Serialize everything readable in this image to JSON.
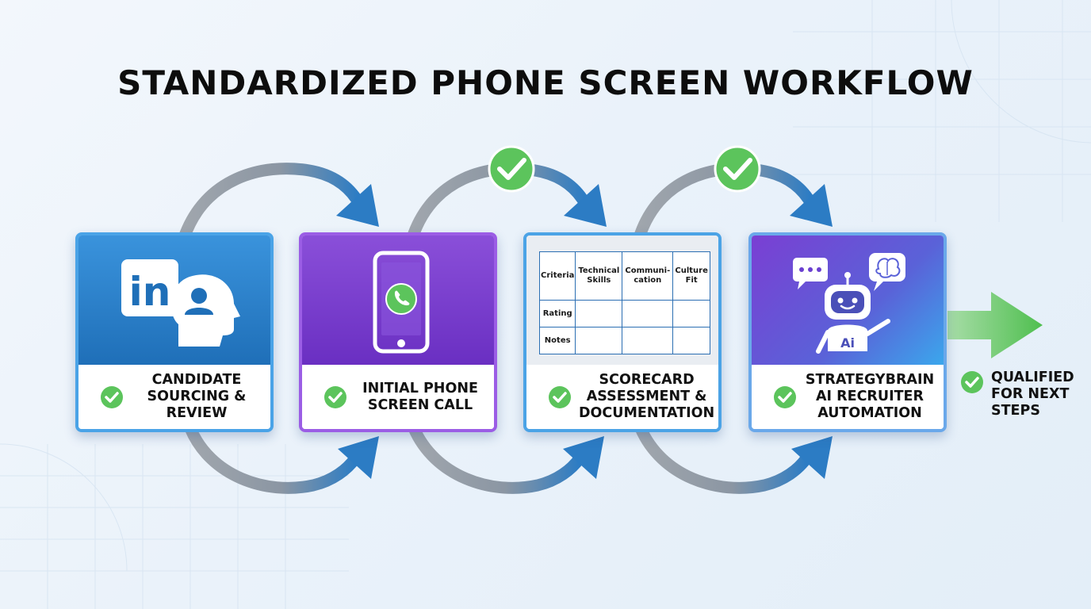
{
  "title": "STANDARDIZED PHONE SCREEN WORKFLOW",
  "steps": [
    {
      "label": "CANDIDATE SOURCING & REVIEW",
      "icon": "linkedin-profile-icon"
    },
    {
      "label": "INITIAL PHONE SCREEN CALL",
      "icon": "phone-call-icon"
    },
    {
      "label": "SCORECARD ASSESSMENT & DOCUMENTATION",
      "icon": "scorecard-table"
    },
    {
      "label": "STRATEGYBRAIN AI RECRUITER AUTOMATION",
      "icon": "ai-robot-icon"
    }
  ],
  "linkedin_text": "in",
  "robot_badge": "Ai",
  "scorecard": {
    "columns": [
      "Technical Skills",
      "Communi-cation",
      "Culture Fit"
    ],
    "corner": "Criteria",
    "rows": [
      "Rating",
      "Notes"
    ]
  },
  "final_step": "QUALIFIED FOR NEXT STEPS",
  "colors": {
    "blue": "#1f6fb8",
    "purple": "#6a2fc2",
    "green": "#5cc45c",
    "arrow_grey": "#9aa3ad",
    "arrow_blue": "#2c7cc4"
  }
}
